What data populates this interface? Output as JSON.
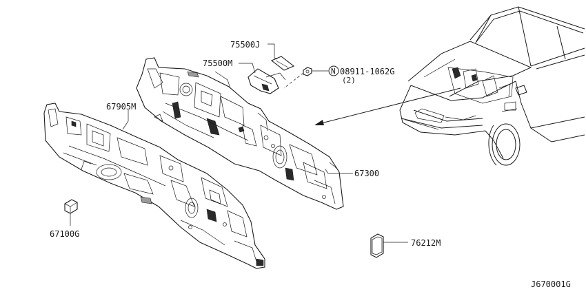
{
  "callouts": {
    "p75500J": "75500J",
    "p75500M": "75500M",
    "p08911": "08911-1062G",
    "p08911_qty": "(2)",
    "p08911_prefix": "N",
    "p67905M": "67905M",
    "p67300": "67300",
    "p67100G": "67100G",
    "p76212M": "76212M"
  },
  "diagram_id": "J670001G",
  "icons": {
    "bolt": "hex-nut-icon",
    "n_marker": "circled-n-symbol"
  }
}
